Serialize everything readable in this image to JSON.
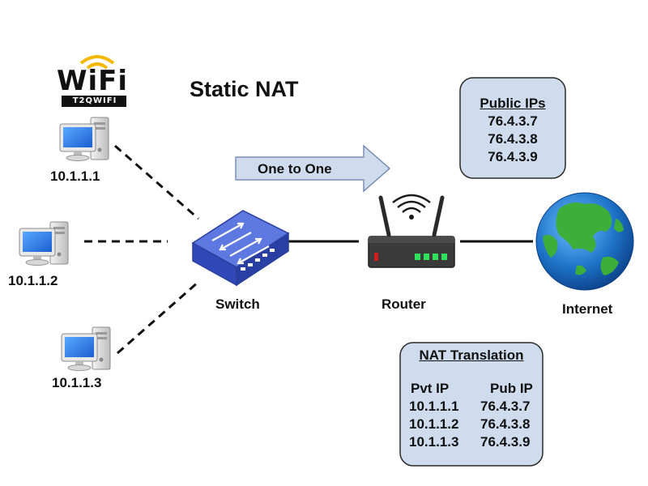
{
  "title": "Static NAT",
  "logo": {
    "brand": "WiFi",
    "tagline": "T2QWIFI"
  },
  "hosts": [
    {
      "ip": "10.1.1.1"
    },
    {
      "ip": "10.1.1.2"
    },
    {
      "ip": "10.1.1.3"
    }
  ],
  "devices": {
    "switch": "Switch",
    "router": "Router",
    "internet": "Internet"
  },
  "mapping_arrow": "One to One",
  "public_ips": {
    "heading": "Public IPs",
    "ips": [
      "76.4.3.7",
      "76.4.3.8",
      "76.4.3.9"
    ]
  },
  "nat_table": {
    "heading": "NAT Translation",
    "columns": [
      "Pvt IP",
      "Pub IP"
    ],
    "rows": [
      [
        "10.1.1.1",
        "76.4.3.7"
      ],
      [
        "10.1.1.2",
        "76.4.3.8"
      ],
      [
        "10.1.1.3",
        "76.4.3.9"
      ]
    ]
  },
  "colors": {
    "box_fill": "#cfdcee",
    "arrow_fill": "#cfdcee",
    "switch_blue": "#3f5ed0",
    "router_red": "#d41c1c",
    "router_green": "#2ee05a",
    "ocean_blue": "#1e73c8",
    "land_green": "#3eae3a"
  }
}
